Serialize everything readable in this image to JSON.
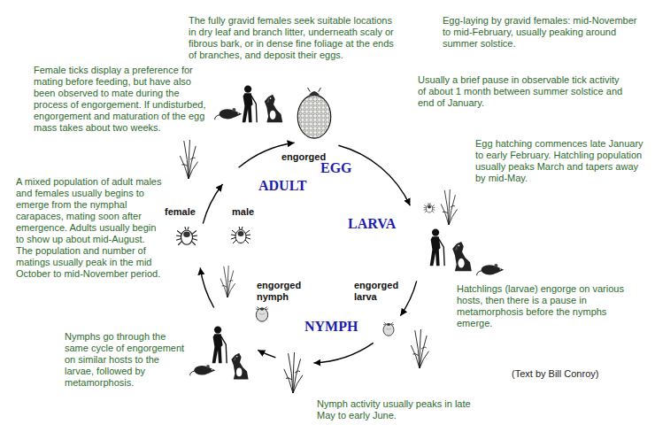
{
  "diagram": {
    "labels": [
      "The fully gravid females seek suitable locations in dry leaf and branch litter, underneath scaly or fibrous bark, or in dense fine foliage at the ends of branches, and deposit their eggs.",
      "Egg-laying by gravid females: mid-November to mid-February, usually peaking around summer solstice.",
      "Female ticks display a preference for mating before feeding, but have also been observed to mate during the process of engorgement. If undisturbed, engorgement and maturation of the egg mass takes about two weeks.",
      "Usually a brief pause in observable tick activity of about 1 month between summer solstice and end of January.",
      "engorged",
      "EGG",
      "Egg hatching commences late January to early February. Hatchling population usually peaks March and tapers away by mid-May.",
      "ADULT",
      "A mixed population of adult males and females usually begins to emerge from the nymphal carapaces, mating soon after emergence. Adults usually begin to show up about mid-August. The population and number of matings usually peak in the mid October to mid-November period.",
      "female",
      "male",
      "LARVA",
      "engorged nymph",
      "engorged larva",
      "Hatchlings (larvae) engorge on various hosts, then there is a pause in metamorphosis before the nymphs emerge.",
      "NYMPH",
      "Nymphs go through the same cycle of engorgement on similar hosts to the larvae, followed by metamorphosis.",
      "(Text by Bill Conroy)",
      "Nymph activity usually peaks in late May to early June."
    ]
  }
}
